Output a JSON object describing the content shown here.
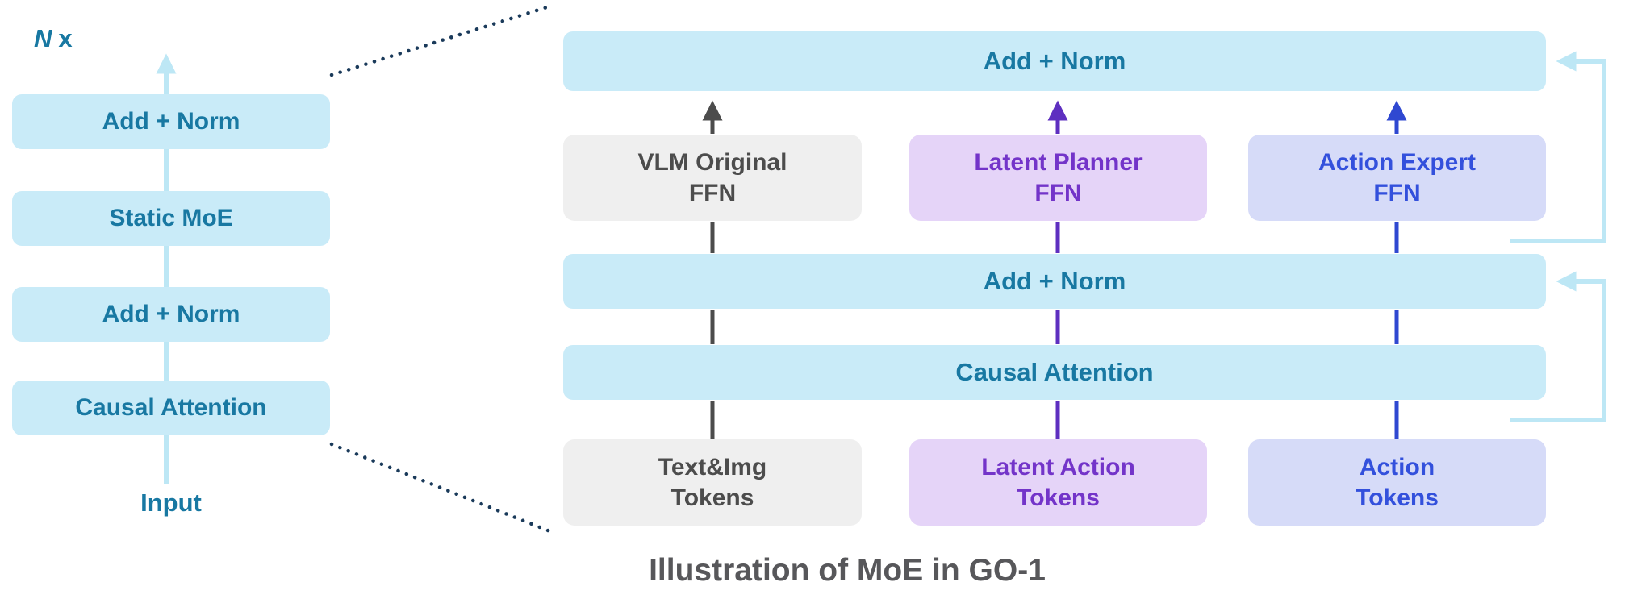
{
  "page": {
    "caption": "Illustration of MoE in GO-1"
  },
  "left_stack": {
    "repeat_n": "N",
    "repeat_x": "x",
    "blocks": [
      {
        "label": "Add + Norm"
      },
      {
        "label": "Static MoE"
      },
      {
        "label": "Add + Norm"
      },
      {
        "label": "Causal Attention"
      }
    ],
    "input_label": "Input"
  },
  "right_diagram": {
    "top_add_norm": "Add + Norm",
    "experts": [
      {
        "line1": "VLM Original",
        "line2": "FFN"
      },
      {
        "line1": "Latent Planner",
        "line2": "FFN"
      },
      {
        "line1": "Action Expert",
        "line2": "FFN"
      }
    ],
    "mid_add_norm": "Add + Norm",
    "causal_attention": "Causal Attention",
    "tokens": [
      {
        "line1": "Text&Img",
        "line2": "Tokens"
      },
      {
        "line1": "Latent Action",
        "line2": "Tokens"
      },
      {
        "line1": "Action",
        "line2": "Tokens"
      }
    ]
  },
  "colors": {
    "light_blue_fill": "#C9EBF8",
    "teal_text": "#1878A2",
    "gray_fill": "#EFEFEF",
    "gray_text": "#4C4C4C",
    "purple_fill": "#E5D4F8",
    "purple_text": "#7334C9",
    "blue_fill": "#D6DBF8",
    "blue_text": "#3350DC",
    "gray_line": "#4C4C4C",
    "purple_line": "#5E2FC0",
    "blue_line": "#2F48D1",
    "residual_line": "#BDE7F5",
    "dotted_line": "#1A3A5A",
    "caption_text": "#57575A"
  }
}
